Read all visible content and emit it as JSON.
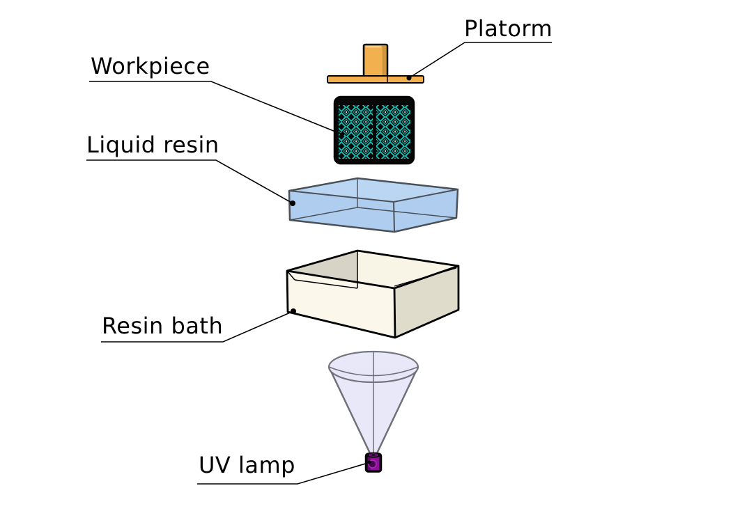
{
  "labels": {
    "platform": "Platorm",
    "workpiece": "Workpiece",
    "liquid_resin": "Liquid resin",
    "resin_bath": "Resin bath",
    "uv_lamp": "UV lamp"
  },
  "colors": {
    "background": "#FFFFFF",
    "text": "#000000",
    "leader_line": "#000000",
    "platform_orange": "#F2B04F",
    "platform_orange_dark": "#D2973C",
    "platform_orange_light": "#F8CE82",
    "workpiece_black": "#070707",
    "lattice_teal": "#17C7BC",
    "lattice_glint": "#FFFFFF",
    "resin_blue": "#AFCDEE",
    "resin_blue_top": "#BAD6F2",
    "resin_edge": "#4A5058",
    "bath_cream": "#FBF7EB",
    "bath_cream_dark": "#E0DCCC",
    "bath_inner_gray": "#D7D3C6",
    "bath_inner_back": "#F8F4E6",
    "bath_outline": "#000000",
    "cone_fill": "#E7E7F8",
    "cone_edge": "#6F6F7A",
    "lamp_purple": "#8E119A",
    "lamp_purple_bright": "#B02ABF",
    "lamp_dark": "#140216"
  }
}
